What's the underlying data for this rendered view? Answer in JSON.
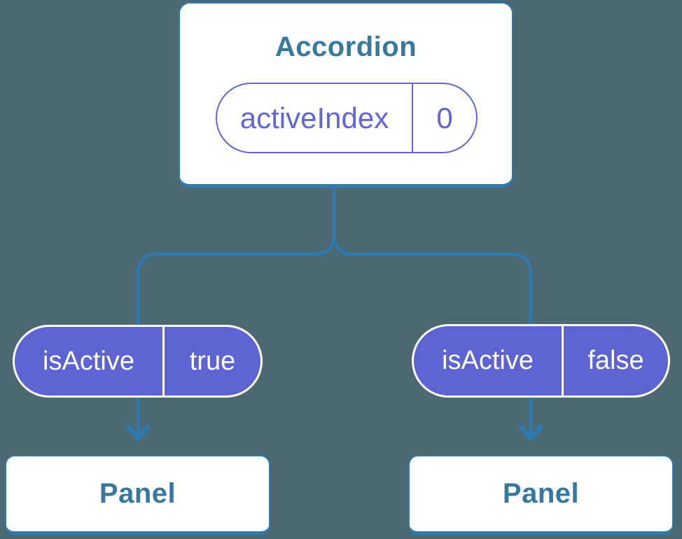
{
  "colors": {
    "background": "#4c6872",
    "connector_blue": "#2e7ab0",
    "heading_text_blue": "#3778a0",
    "pill_fill_purple": "#5c63d3",
    "pill_outline_purple": "#6165d9",
    "card_fill": "#ffffff",
    "pill_text_white": "#ffffff"
  },
  "tree": {
    "root": {
      "title": "Accordion",
      "prop": {
        "name": "activeIndex",
        "value": "0"
      }
    },
    "children": [
      {
        "prop": {
          "name": "isActive",
          "value": "true"
        },
        "panel": {
          "label": "Panel"
        }
      },
      {
        "prop": {
          "name": "isActive",
          "value": "false"
        },
        "panel": {
          "label": "Panel"
        }
      }
    ]
  }
}
